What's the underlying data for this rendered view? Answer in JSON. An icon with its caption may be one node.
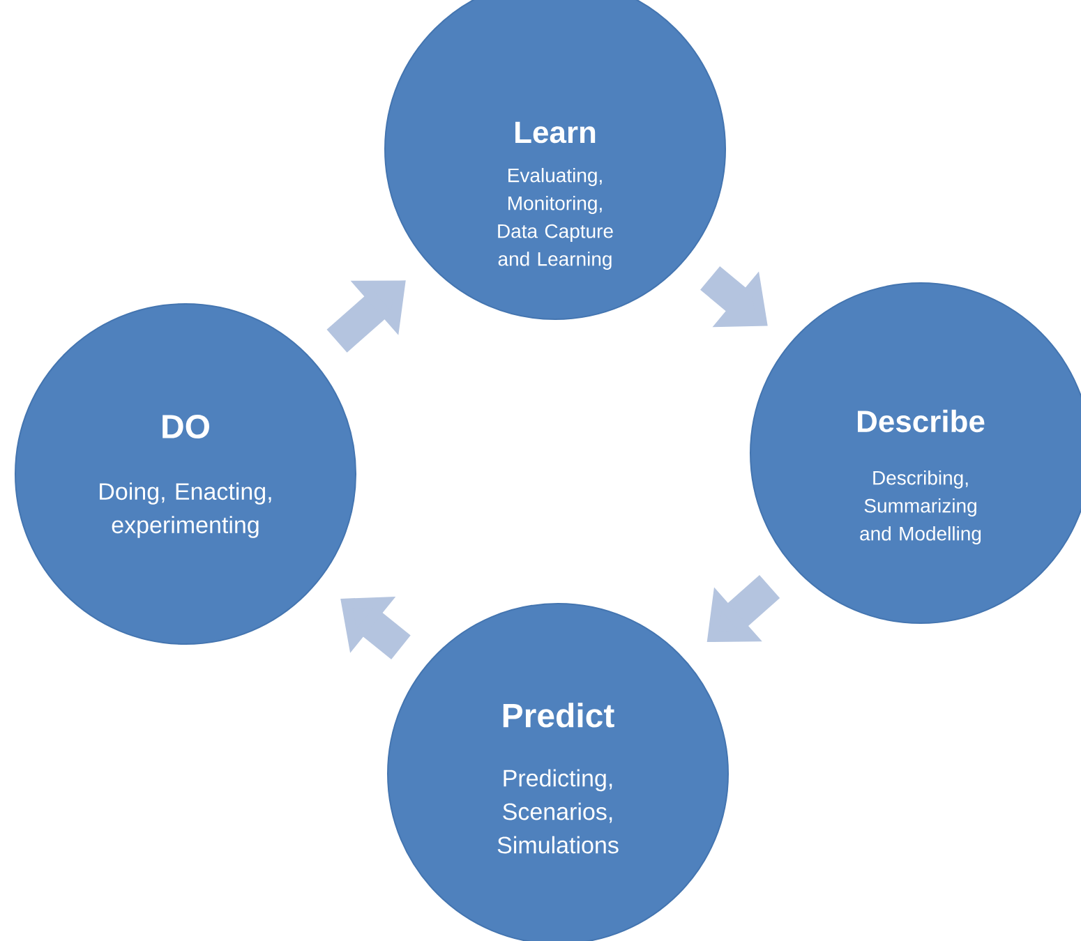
{
  "diagram": {
    "nodes": [
      {
        "text": [
          "Learn",
          "Evaluating, Monitoring, Data Capture and Learning"
        ]
      },
      {
        "text": [
          "DO",
          "Doing, Enacting, experimenting"
        ]
      },
      {
        "text": [
          "Describe",
          "Describing, Summarizing and Modelling"
        ]
      },
      {
        "text": [
          "Predict",
          "Predicting, Scenarios, Simulations"
        ]
      }
    ],
    "edges": [
      {
        "from": 1,
        "to": 0,
        "arrow": "to"
      },
      {
        "from": 0,
        "to": 2,
        "arrow": "to"
      },
      {
        "from": 2,
        "to": 3,
        "arrow": "to"
      },
      {
        "from": 3,
        "to": 1,
        "arrow": "to"
      }
    ]
  }
}
